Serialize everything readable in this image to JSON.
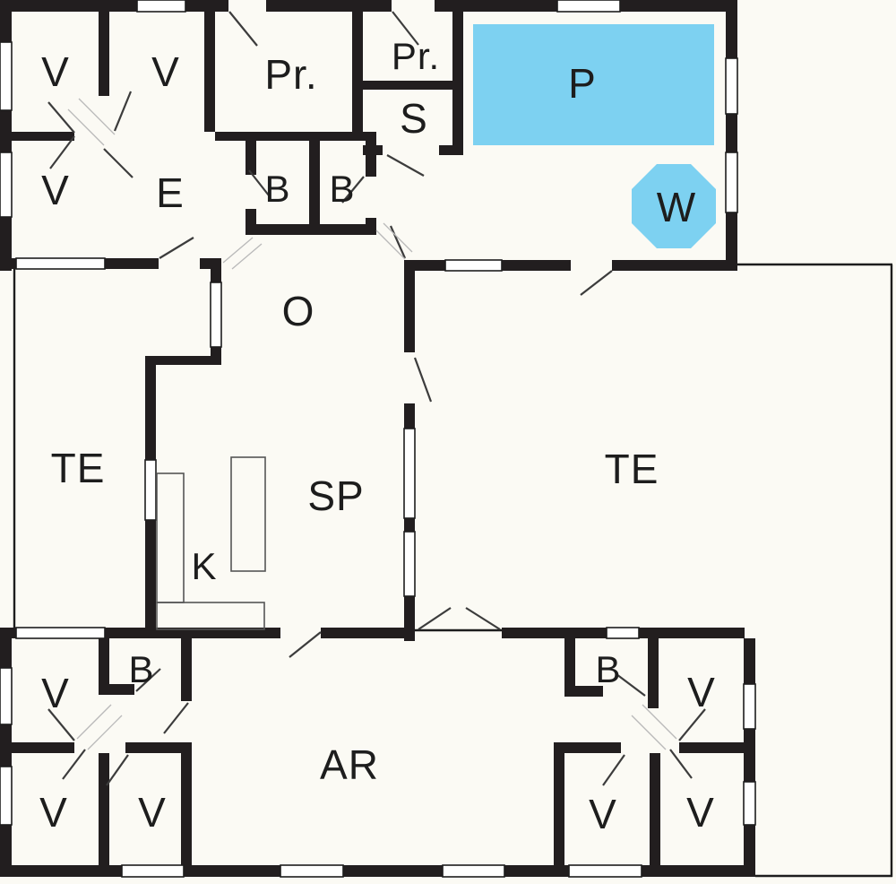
{
  "plan": {
    "title": "holiday-house floor plan",
    "colors": {
      "wall": "#221e1f",
      "water": "#7dd1f1",
      "floor": "#fbfaf4",
      "label": "#1d1d1d"
    },
    "labels": {
      "v1": "V",
      "v2": "V",
      "v3": "V",
      "prLarge": "Pr.",
      "prSmall": "Pr.",
      "s": "S",
      "e": "E",
      "b1": "B",
      "b2": "B",
      "pool": "P",
      "whirlpool": "W",
      "o": "O",
      "teLeft": "TE",
      "sp": "SP",
      "k": "K",
      "teRight": "TE",
      "ar": "AR",
      "v4": "V",
      "b3": "B",
      "v5": "V",
      "v6": "V",
      "b4": "B",
      "v7": "V",
      "v8": "V",
      "v9": "V"
    }
  }
}
